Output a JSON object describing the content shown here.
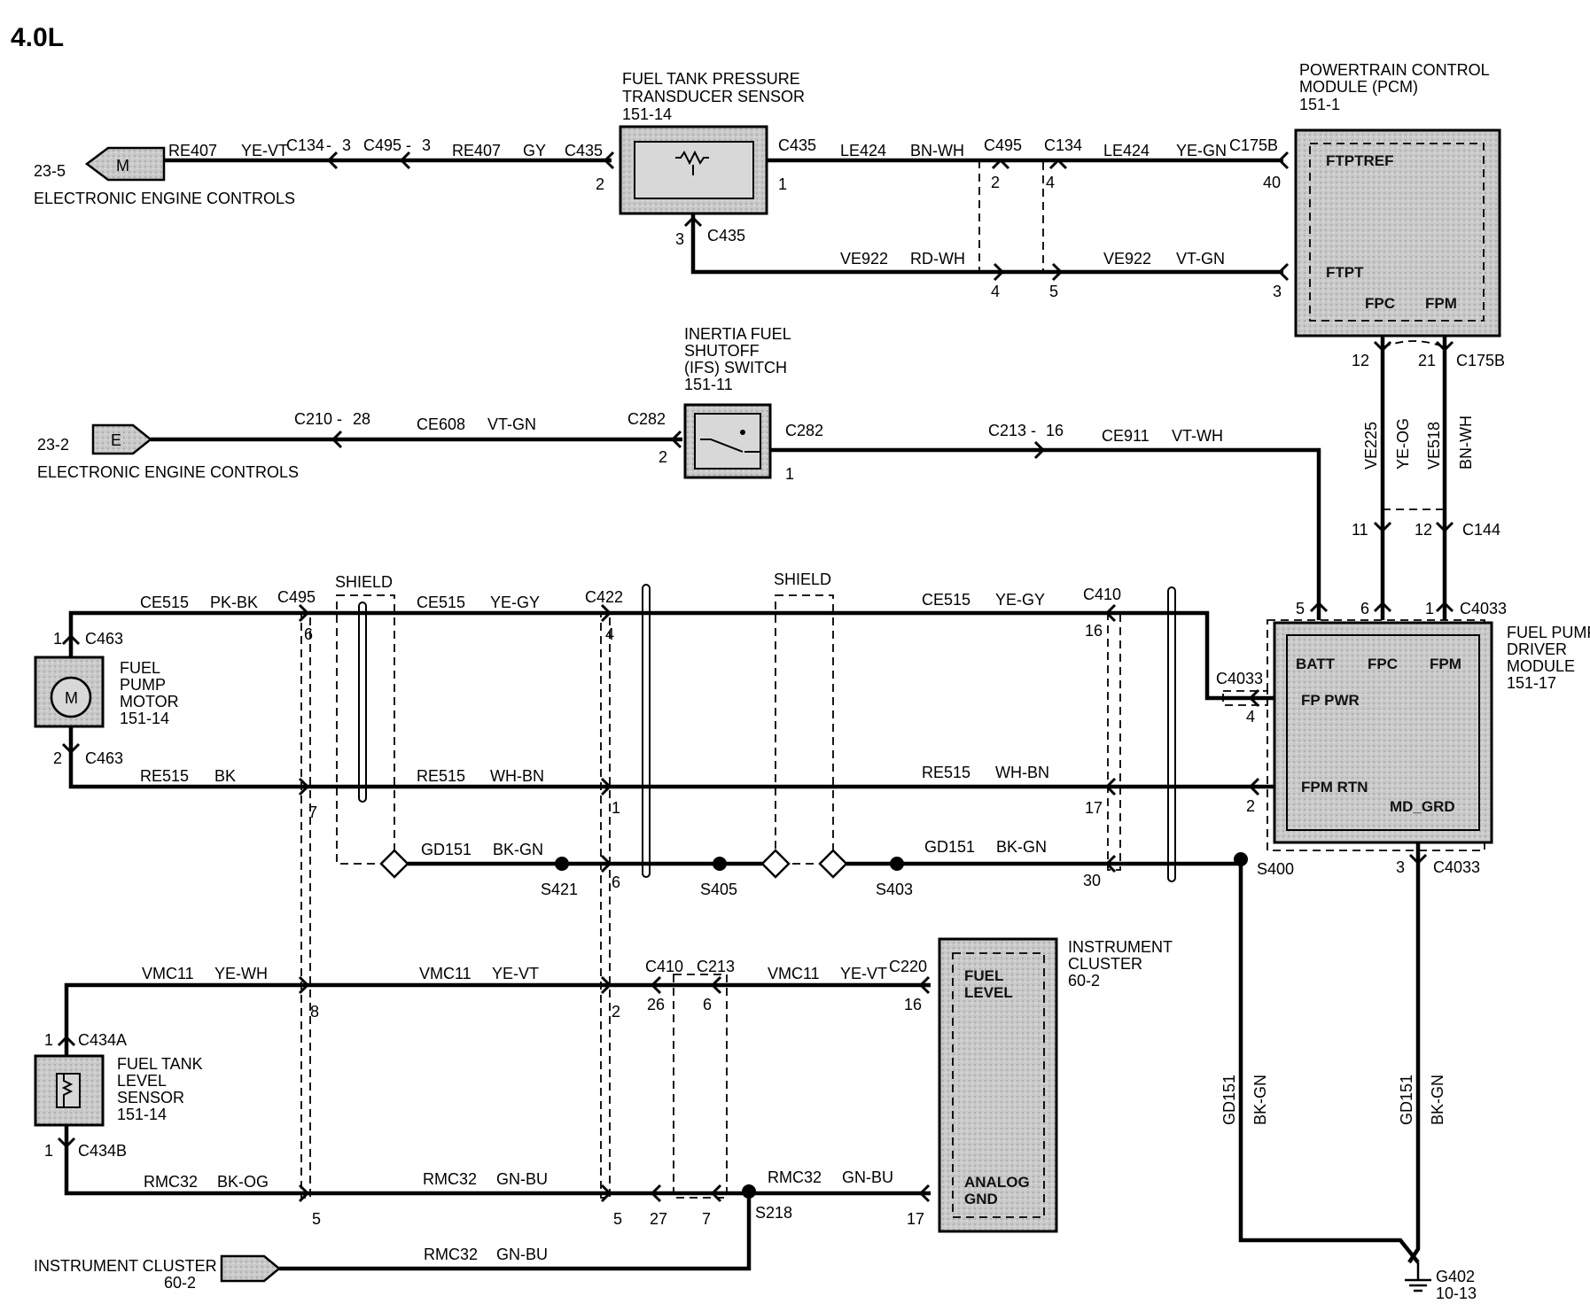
{
  "title": "4.0L",
  "components": {
    "ftp_sensor": {
      "name": "FUEL TANK PRESSURE TRANSDUCER SENSOR",
      "line1": "FUEL TANK   PRESSURE",
      "line2": "TRANSDUCER SENSOR",
      "ref": "151-14"
    },
    "pcm": {
      "line1": "POWERTRAIN   CONTROL",
      "line2": "MODULE (PCM)",
      "ref": "151-1",
      "pins": [
        "FTPTREF",
        "FTPT",
        "FPC",
        "FPM"
      ]
    },
    "ifs": {
      "line1": "INERTIA FUEL",
      "line2": "SHUTOFF",
      "line3": "(IFS) SWITCH",
      "ref": "151-11"
    },
    "fpdm": {
      "line1": "FUEL PUMP",
      "line2": "DRIVER",
      "line3": "MODULE",
      "ref": "151-17",
      "pins": [
        "BATT",
        "FPC",
        "FPM",
        "FP PWR",
        "FPM RTN",
        "MD_GRD"
      ]
    },
    "fuel_pump": {
      "line1": "FUEL",
      "line2": "PUMP",
      "line3": "MOTOR",
      "ref": "151-14",
      "symbol": "M"
    },
    "level_sensor": {
      "line1": "FUEL TANK",
      "line2": "LEVEL",
      "line3": "SENSOR",
      "ref": "151-14"
    },
    "cluster": {
      "line1": "INSTRUMENT",
      "line2": "CLUSTER",
      "ref": "60-2",
      "pins": [
        "FUEL",
        "LEVEL",
        "ANALOG",
        "GND"
      ]
    },
    "eec1": {
      "ref": "23-5",
      "tag": "M",
      "label": "ELECTRONIC ENGINE CONTROLS"
    },
    "eec2": {
      "ref": "23-2",
      "tag": "E",
      "label": "ELECTRONIC ENGINE CONTROLS"
    },
    "ic_link": {
      "label": "INSTRUMENT CLUSTER",
      "ref": "60-2"
    },
    "ground": {
      "name": "G402",
      "ref": "10-13"
    }
  },
  "shield_label": "SHIELD",
  "wires": {
    "top1": [
      "RE407",
      "YE-VT",
      "C134",
      "-",
      "3",
      "C495",
      "-",
      "3",
      "RE407",
      "GY",
      "C435"
    ],
    "top2": [
      "C435",
      "LE424",
      "BN-WH",
      "C495",
      "C134",
      "LE424",
      "YE-GN",
      "C175B"
    ],
    "top3": [
      "C435",
      "VE922",
      "RD-WH",
      "VE922",
      "VT-GN"
    ],
    "ifs_row": [
      "C210",
      "-",
      "28",
      "CE608",
      "VT-GN",
      "C282",
      "C282",
      "C213",
      "-",
      "16",
      "CE911",
      "VT-WH"
    ],
    "pcm_down": [
      "VE225",
      "YE-OG",
      "VE518",
      "BN-WH",
      "C175B",
      "C144",
      "C4033"
    ],
    "ce515": [
      "CE515",
      "PK-BK",
      "C495",
      "CE515",
      "YE-GY",
      "C422",
      "CE515",
      "YE-GY",
      "C410",
      "C4033"
    ],
    "re515": [
      "RE515",
      "BK",
      "RE515",
      "WH-BN",
      "RE515",
      "WH-BN"
    ],
    "gd151": [
      "GD151",
      "BK-GN",
      "S421",
      "S405",
      "S403",
      "GD151",
      "BK-GN",
      "S400",
      "C4033"
    ],
    "vmc11": [
      "VMC11",
      "YE-WH",
      "VMC11",
      "YE-VT",
      "C410",
      "C213",
      "VMC11",
      "YE-VT",
      "C220"
    ],
    "rmc32": [
      "RMC32",
      "BK-OG",
      "RMC32",
      "GN-BU",
      "RMC32",
      "GN-BU",
      "S218",
      "RMC32",
      "GN-BU"
    ],
    "ground_left": [
      "GD151",
      "BK-GN"
    ],
    "ground_right": [
      "GD151",
      "BK-GN"
    ],
    "connectors": [
      "C463",
      "C463",
      "C434A",
      "C434B"
    ]
  },
  "pins": {
    "ftp": [
      "2",
      "1",
      "3"
    ],
    "c495_top": [
      "2",
      "4"
    ],
    "c134_top": [
      "4",
      "5"
    ],
    "pcm": [
      "40",
      "3",
      "12",
      "21"
    ],
    "ifs": [
      "2",
      "1"
    ],
    "c144": [
      "11",
      "12"
    ],
    "fpdm": [
      "5",
      "6",
      "1",
      "4",
      "2",
      "3"
    ],
    "c495": [
      "6",
      "7",
      "8",
      "5"
    ],
    "c422": [
      "4",
      "1",
      "6",
      "2",
      "5"
    ],
    "c410": [
      "16",
      "17",
      "30"
    ],
    "c410b": [
      "26",
      "27"
    ],
    "c213b": [
      "6",
      "7"
    ],
    "c220": [
      "16",
      "17"
    ],
    "pump": [
      "1",
      "2"
    ],
    "level": [
      "1",
      "1"
    ]
  }
}
